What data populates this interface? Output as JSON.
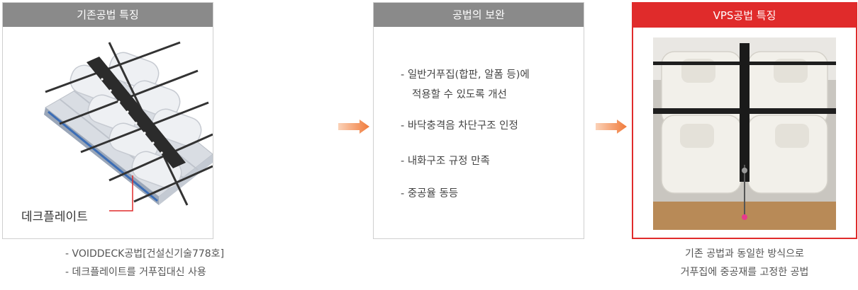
{
  "panel_existing": {
    "title": "기존공법 특징",
    "deck_label": "데크플레이트",
    "notes": [
      "- VOIDDECK공법[건설신기술778호]",
      "- 데크플레이트를 거푸집대신 사용"
    ]
  },
  "panel_improve": {
    "title": "공법의 보완",
    "bullets": [
      "- 일반거푸집(합판, 알폼 등)에",
      "적용할 수 있도록 개선",
      "- 바닥충격음 차단구조 인정",
      "- 내화구조 규정 만족",
      "- 중공율 동등"
    ]
  },
  "panel_vps": {
    "title": "VPS공법 특징",
    "notes": [
      "기존 공법과 동일한 방식으로",
      "거푸집에 중공재를 고정한 공법"
    ]
  },
  "colors": {
    "accent_red": "#e02b2b",
    "header_gray": "#8a8a8a",
    "arrow_orange": "#f07a3a"
  }
}
